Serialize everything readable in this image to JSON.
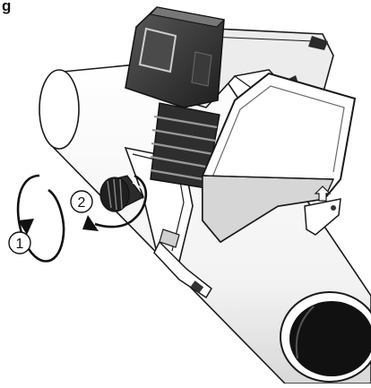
{
  "figure": {
    "label": "g"
  },
  "callouts": [
    {
      "number": "1"
    },
    {
      "number": "2"
    }
  ],
  "colors": {
    "line": "#1a1a1a",
    "dark": "#2b2b2b",
    "mid": "#9a9a9a",
    "light": "#e6e6e6",
    "screen": "#4a4a4a"
  }
}
